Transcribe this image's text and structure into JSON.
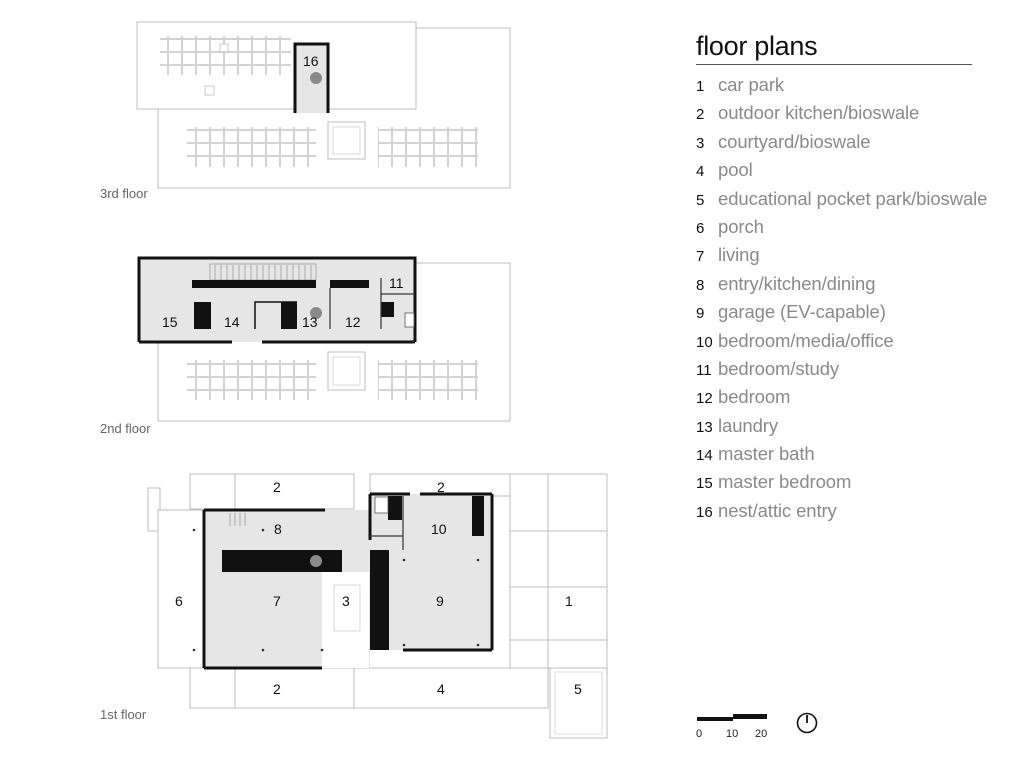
{
  "legend": {
    "title": "floor plans",
    "items": [
      {
        "num": "1",
        "label": "car park"
      },
      {
        "num": "2",
        "label": "outdoor kitchen/bioswale"
      },
      {
        "num": "3",
        "label": "courtyard/bioswale"
      },
      {
        "num": "4",
        "label": "pool"
      },
      {
        "num": "5",
        "label": "educational pocket park/bioswale"
      },
      {
        "num": "6",
        "label": "porch"
      },
      {
        "num": "7",
        "label": "living"
      },
      {
        "num": "8",
        "label": "entry/kitchen/dining"
      },
      {
        "num": "9",
        "label": "garage (EV-capable)"
      },
      {
        "num": "10",
        "label": "bedroom/media/office"
      },
      {
        "num": "11",
        "label": "bedroom/study"
      },
      {
        "num": "12",
        "label": "bedroom"
      },
      {
        "num": "13",
        "label": "laundry"
      },
      {
        "num": "14",
        "label": "master bath"
      },
      {
        "num": "15",
        "label": "master bedroom"
      },
      {
        "num": "16",
        "label": "nest/attic entry"
      }
    ]
  },
  "floors": {
    "third": {
      "label": "3rd floor",
      "rooms": [
        "16"
      ]
    },
    "second": {
      "label": "2nd floor",
      "rooms": [
        "15",
        "14",
        "13",
        "12",
        "11"
      ]
    },
    "first": {
      "label": "1st floor",
      "rooms": [
        "1",
        "2",
        "2",
        "2",
        "3",
        "4",
        "5",
        "6",
        "7",
        "8",
        "9",
        "10"
      ]
    }
  },
  "scale_bar": {
    "ticks": [
      "0",
      "10",
      "20"
    ]
  },
  "north_arrow": {
    "icon": "north-arrow-icon"
  }
}
